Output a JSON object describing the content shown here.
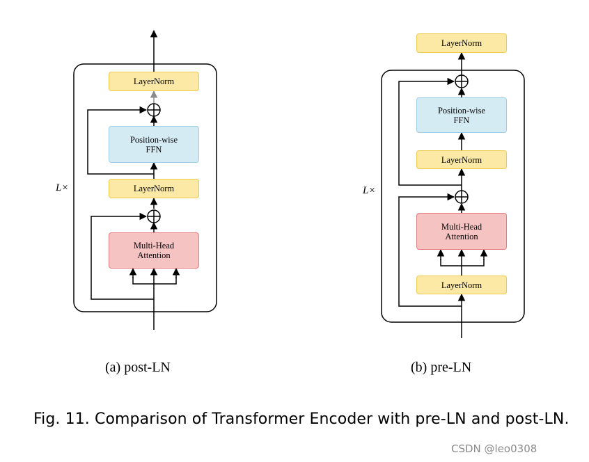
{
  "post_ln": {
    "caption": "(a)  post-LN",
    "repeat_label": "L×",
    "layernorm_top": "LayerNorm",
    "ffn_line1": "Position-wise",
    "ffn_line2": "FFN",
    "layernorm_mid": "LayerNorm",
    "mha_line1": "Multi-Head",
    "mha_line2": "Attention"
  },
  "pre_ln": {
    "caption": "(b)  pre-LN",
    "repeat_label": "L×",
    "layernorm_final": "LayerNorm",
    "ffn_line1": "Position-wise",
    "ffn_line2": "FFN",
    "layernorm_ffn": "LayerNorm",
    "mha_line1": "Multi-Head",
    "mha_line2": "Attention",
    "layernorm_attn": "LayerNorm"
  },
  "figure_caption": "Fig. 11.  Comparison of Transformer Encoder with pre-LN and post-LN.",
  "watermark": "CSDN @leo0308",
  "colors": {
    "layernorm_fill": "#fce9a6",
    "ffn_fill": "#d4ebf4",
    "mha_fill": "#f6c3c3"
  }
}
